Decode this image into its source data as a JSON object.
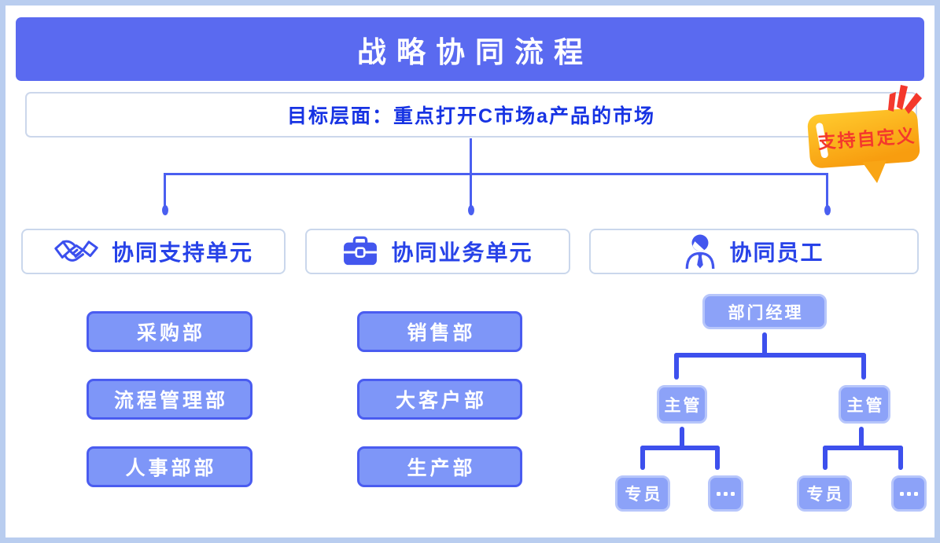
{
  "title": "战略协同流程",
  "goal": "目标层面：重点打开C市场a产品的市场",
  "badge": "支持自定义",
  "units": [
    {
      "label": "协同支持单元",
      "icon": "handshake-icon"
    },
    {
      "label": "协同业务单元",
      "icon": "briefcase-icon"
    },
    {
      "label": "协同员工",
      "icon": "employee-icon"
    }
  ],
  "support_departments": [
    "采购部",
    "流程管理部",
    "人事部部"
  ],
  "business_departments": [
    "销售部",
    "大客户部",
    "生产部"
  ],
  "org": {
    "manager": "部门经理",
    "supervisor_left": "主管",
    "supervisor_right": "主管",
    "specialist_left": "专员",
    "specialist_right": "专员",
    "ellipsis_label": "..."
  },
  "colors": {
    "title_bar": "#5a6af0",
    "goal_text": "#1733e3",
    "unit_label": "#2742e8",
    "dept_fill": "#7e96f8",
    "dept_border": "#4a5cf0",
    "org_fill": "#8ca2f8",
    "org_border": "#b7c6fb",
    "thin_line": "#4a5ff0",
    "thick_line": "#3d50ed",
    "badge_fill_top": "#ffcb2e",
    "badge_fill_bottom": "#f89d0f",
    "badge_text": "#f4382c",
    "outer_frame": "#b9cdef"
  }
}
